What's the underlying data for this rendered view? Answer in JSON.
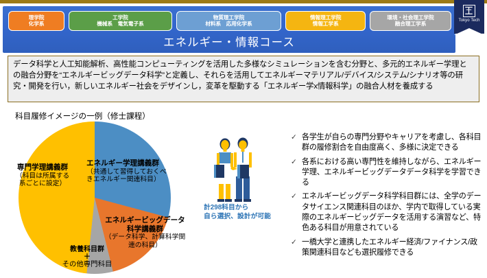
{
  "header": {
    "course_title": "エネルギー・情報コース",
    "departments": [
      {
        "line1": "理学院",
        "line2": "化学系",
        "color": "#ef7d22",
        "style": "c-orange"
      },
      {
        "line1": "工学院",
        "line2": "機械系　電気電子系",
        "color": "#5b9e48",
        "style": "c-green"
      },
      {
        "line1": "物質理工学院",
        "line2": "材料系　応用化学系",
        "color": "#6d9fd3",
        "style": "c-blue"
      },
      {
        "line1": "情報理工学院",
        "line2": "情報工学系",
        "color": "#f5b511",
        "style": "c-yellow"
      },
      {
        "line1": "環境・社会理工学院",
        "line2": "融合理工学系",
        "color": "#a6a6a6",
        "style": "c-gray"
      }
    ],
    "logo": {
      "name": "tokyo-tech-logo",
      "label": "Tokyo Tech",
      "color": "#1b2a5e"
    }
  },
  "description": "データ科学と人工知能解析、高性能コンピューティングを活用した多様なシミュレーションを含む分野と、多元的エネルギー学理との融合分野を“エネルギービッグデータ科学”と定義し、それらを活用してエネルギーマテリアル/デバイス/システム/シナリオ等の研究・開発を行い，新しいエネルギー社会をデザインし，変革を駆動する「エネルギー学x情報科学」の融合人材を養成する",
  "subtitle": "科目履修イメージの一例（修士課程）",
  "chart_data": {
    "type": "pie",
    "title": "科目履修イメージの一例（修士課程）",
    "categories": [
      "エネルギー学理講義群",
      "エネルギービッグデータ科学講義群",
      "教養科目群＋その他専門科目",
      "専門学理講義群"
    ],
    "values": [
      29,
      17,
      6,
      48
    ],
    "colors": [
      "#4c8ec4",
      "#e8762c",
      "#a6a6a6",
      "#ffc000"
    ],
    "legend": "none",
    "labels": [
      {
        "title": "エネルギー学理講義群",
        "sub": "（共通して習得しておくべきエネルギー関連科目）",
        "color": "#4c8ec4"
      },
      {
        "title": "エネルギービッグデータ科学講義群",
        "sub": "（データ科学、計算科学関連の科目）",
        "color": "#e8762c"
      },
      {
        "title": "教養科目群 ＋ その他専門科目",
        "sub": "",
        "color": "#a6a6a6"
      },
      {
        "title": "専門学理講義群",
        "sub": "（科目は所属する系ごとに設定）",
        "color": "#ffc000"
      }
    ]
  },
  "pie_labels": {
    "senmon": {
      "title": "専門学理講義群",
      "sub1": "（科目は所属する",
      "sub2": "系ごとに設定）"
    },
    "energy": {
      "title": "エネルギー学理講義群",
      "sub1": "（共通して習得しておくべ",
      "sub2": "きエネルギー関連科目）"
    },
    "bigdata": {
      "title1": "エネルギービッグデータ",
      "title2": "科学講義群",
      "sub1": "（データ科学、計算科学関",
      "sub2": "連の科目）"
    },
    "kyoyo": {
      "line1": "教養科目群",
      "line2": "＋",
      "line3": "その他専門科目"
    }
  },
  "students": {
    "caption_line1": "計298科目から",
    "caption_line2": "自ら選択、設計が可能",
    "accent_color": "#2e75b6"
  },
  "bullets": {
    "check_glyph": "✓",
    "items": [
      "各学生が自らの専門分野やキャリアを考慮し、各科目群の履修割合を自由度高く、多様に決定できる",
      "各系における高い専門性を維持しながら、エネルギー学理、エネルギービッグデータデータ科学を学習できる",
      "エネルギービッグデータ科学科目群には、全学のデータサイエンス関連科目のほか、学内で取得している実際のエネルギービッグデータを活用する演習など、特色ある科目が用意されている",
      "一橋大学と連携したエネルギー経済/ファイナンス/政策関連科目なども選択履修できる"
    ]
  }
}
